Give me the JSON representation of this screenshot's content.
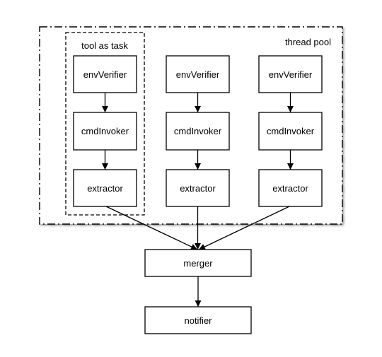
{
  "thread_pool": {
    "label": "thread pool",
    "task_group_label": "tool as task",
    "columns": [
      {
        "steps": [
          "envVerifier",
          "cmdInvoker",
          "extractor"
        ]
      },
      {
        "steps": [
          "envVerifier",
          "cmdInvoker",
          "extractor"
        ]
      },
      {
        "steps": [
          "envVerifier",
          "cmdInvoker",
          "extractor"
        ]
      }
    ]
  },
  "merger": {
    "label": "merger"
  },
  "notifier": {
    "label": "notifier"
  }
}
